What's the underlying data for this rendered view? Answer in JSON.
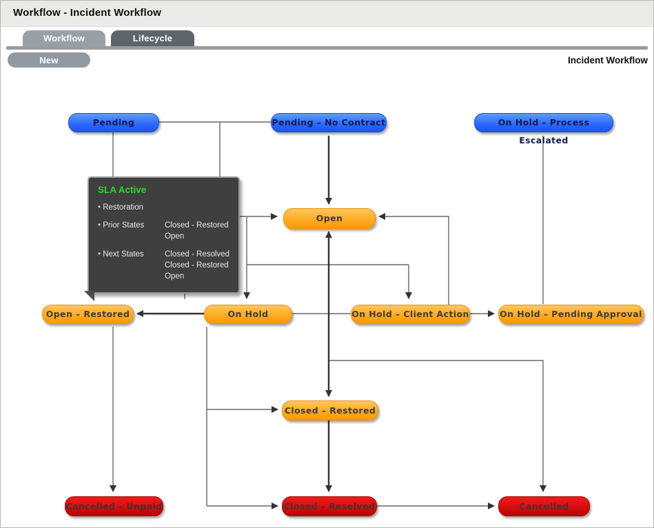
{
  "window": {
    "title": "Workflow - Incident Workflow"
  },
  "tabs": [
    {
      "label": "Workflow",
      "active": true
    },
    {
      "label": "Lifecycle",
      "active": false
    }
  ],
  "toolbar": {
    "new_label": "New",
    "context_label": "Incident Workflow"
  },
  "tooltip": {
    "title": "SLA Active",
    "items": [
      {
        "label": "Restoration",
        "values": []
      },
      {
        "label": "Prior States",
        "values": [
          "Closed - Restored",
          "Open"
        ]
      },
      {
        "label": "Next States",
        "values": [
          "Closed - Resolved",
          "Closed - Restored",
          "Open"
        ]
      }
    ]
  },
  "nodes": [
    {
      "id": "pending",
      "label": "Pending",
      "kind": "start"
    },
    {
      "id": "pending-no-contract",
      "label": "Pending – No Contract",
      "kind": "start"
    },
    {
      "id": "on-hold-process-escalated",
      "label": "On Hold – Process Escalated",
      "kind": "start"
    },
    {
      "id": "open",
      "label": "Open",
      "kind": "active"
    },
    {
      "id": "open-restored",
      "label": "Open – Restored",
      "kind": "active"
    },
    {
      "id": "on-hold",
      "label": "On Hold",
      "kind": "active"
    },
    {
      "id": "on-hold-client-action",
      "label": "On Hold – Client Action",
      "kind": "active"
    },
    {
      "id": "on-hold-pending-approval",
      "label": "On Hold – Pending Approval",
      "kind": "active"
    },
    {
      "id": "closed-restored",
      "label": "Closed – Restored",
      "kind": "active"
    },
    {
      "id": "cancelled-unpaid",
      "label": "Cancelled – Unpaid",
      "kind": "end"
    },
    {
      "id": "closed-resolved",
      "label": "Closed – Resolved",
      "kind": "end"
    },
    {
      "id": "cancelled",
      "label": "Cancelled",
      "kind": "end"
    }
  ],
  "colors": {
    "state_start_blue": "#2e6bff",
    "state_active_orange": "#ffa41c",
    "state_end_red": "#cf0b0b",
    "tab_active_gray": "#98a0a7",
    "tab_inactive_gray": "#5d646b",
    "tooltip_bg": "#3f3f3f",
    "tooltip_title_green": "#2fd42f",
    "connector_dark": "#333333",
    "connector_light": "#666666"
  }
}
